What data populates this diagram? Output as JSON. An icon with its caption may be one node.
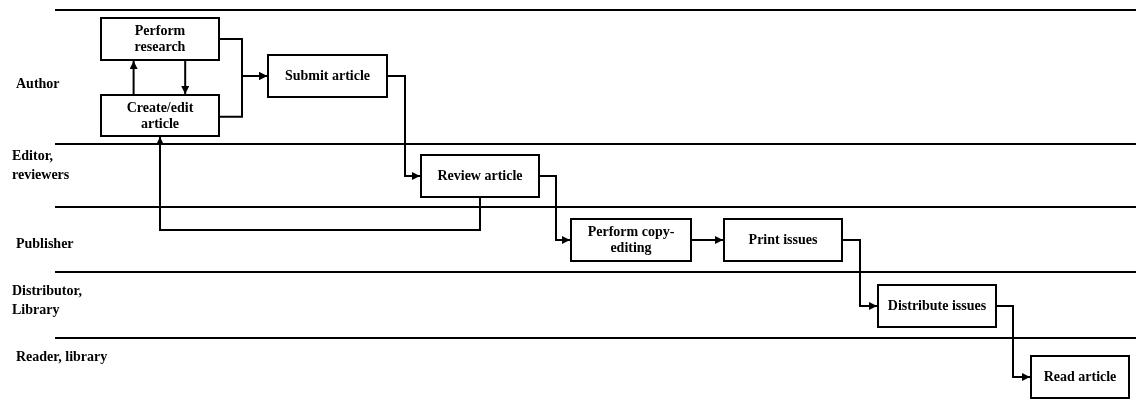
{
  "diagram": {
    "nodes": [
      {
        "text": [
          "Perform research"
        ]
      },
      {
        "text": [
          "Create/edit article"
        ]
      },
      {
        "text": [
          "Submit article"
        ]
      },
      {
        "text": [
          "Review article"
        ]
      },
      {
        "text": [
          "Perform copy-editing"
        ]
      },
      {
        "text": [
          "Print issues"
        ]
      },
      {
        "text": [
          "Distribute issues"
        ]
      },
      {
        "text": [
          "Read article"
        ]
      }
    ],
    "edges": [
      {
        "from": 0,
        "to": 1,
        "arrow": "to"
      },
      {
        "from": 1,
        "to": 0,
        "arrow": "to"
      },
      {
        "from": 0,
        "to": 2,
        "arrow": "to"
      },
      {
        "from": 1,
        "to": 2,
        "arrow": "to"
      },
      {
        "from": 2,
        "to": 3,
        "arrow": "to"
      },
      {
        "from": 3,
        "to": 1,
        "arrow": "to"
      },
      {
        "from": 3,
        "to": 4,
        "arrow": "to"
      },
      {
        "from": 4,
        "to": 5,
        "arrow": "to"
      },
      {
        "from": 5,
        "to": 6,
        "arrow": "to"
      },
      {
        "from": 6,
        "to": 7,
        "arrow": "to"
      }
    ],
    "labels": [
      "Author",
      "Editor, reviewers",
      "Publisher",
      "Distributor, Library",
      "Reader, library"
    ]
  }
}
